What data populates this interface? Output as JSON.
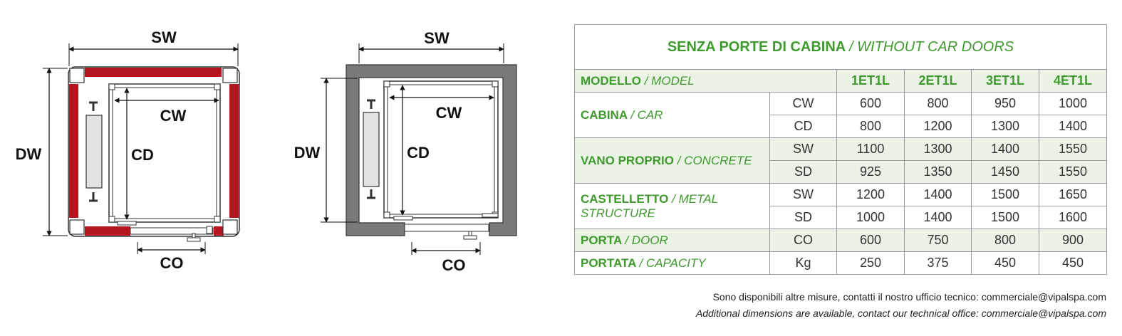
{
  "diagrams": {
    "left": {
      "sw": "SW",
      "dw": "DW",
      "cw": "CW",
      "cd": "CD",
      "co": "CO"
    },
    "right": {
      "sw": "SW",
      "dw": "DW",
      "cw": "CW",
      "cd": "CD",
      "co": "CO"
    }
  },
  "colors": {
    "accent_green": "#3e9a2c",
    "shade_green": "#eaf3e6",
    "wall_red": "#b5151f",
    "wall_grey": "#7a7a7a"
  },
  "table": {
    "title_it": "SENZA PORTE DI CABINA",
    "title_en": "/ WITHOUT CAR DOORS",
    "model_it": "MODELLO",
    "model_en": "/ MODEL",
    "models": [
      "1ET1L",
      "2ET1L",
      "3ET1L",
      "4ET1L"
    ],
    "groups": [
      {
        "it": "CABINA",
        "en": "/ CAR",
        "rows": [
          {
            "sub": "CW",
            "values": [
              "600",
              "800",
              "950",
              "1000"
            ]
          },
          {
            "sub": "CD",
            "values": [
              "800",
              "1200",
              "1300",
              "1400"
            ]
          }
        ]
      },
      {
        "it": "VANO PROPRIO",
        "en": "/ CONCRETE",
        "rows": [
          {
            "sub": "SW",
            "values": [
              "1100",
              "1300",
              "1400",
              "1550"
            ]
          },
          {
            "sub": "SD",
            "values": [
              "925",
              "1350",
              "1450",
              "1550"
            ]
          }
        ]
      },
      {
        "it": "CASTELLETTO",
        "en": "/ METAL STRUCTURE",
        "rows": [
          {
            "sub": "SW",
            "values": [
              "1200",
              "1400",
              "1500",
              "1650"
            ]
          },
          {
            "sub": "SD",
            "values": [
              "1000",
              "1400",
              "1500",
              "1600"
            ]
          }
        ]
      },
      {
        "it": "PORTA",
        "en": "/ DOOR",
        "rows": [
          {
            "sub": "CO",
            "values": [
              "600",
              "750",
              "800",
              "900"
            ]
          }
        ]
      },
      {
        "it": "PORTATA",
        "en": "/ CAPACITY",
        "rows": [
          {
            "sub": "Kg",
            "values": [
              "250",
              "375",
              "450",
              "450"
            ]
          }
        ]
      }
    ]
  },
  "note": {
    "it": "Sono disponibili altre misure, contatti il nostro ufficio tecnico: commerciale@vipalspa.com",
    "en": "Additional dimensions are available, contact our technical office: commerciale@vipalspa.com"
  }
}
